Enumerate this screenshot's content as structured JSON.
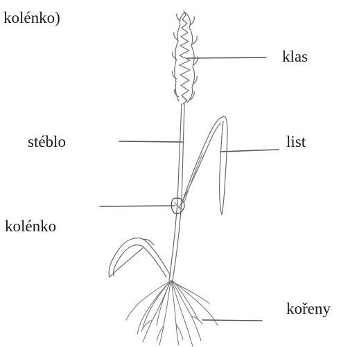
{
  "diagram": {
    "labels": {
      "top_fragment": "kolénko)",
      "ear": "klas",
      "stem": "stéblo",
      "leaf": "list",
      "node": "kolénko",
      "roots": "kořeny"
    },
    "drawing_style": "pencil sketch",
    "line_color": "#555555"
  }
}
